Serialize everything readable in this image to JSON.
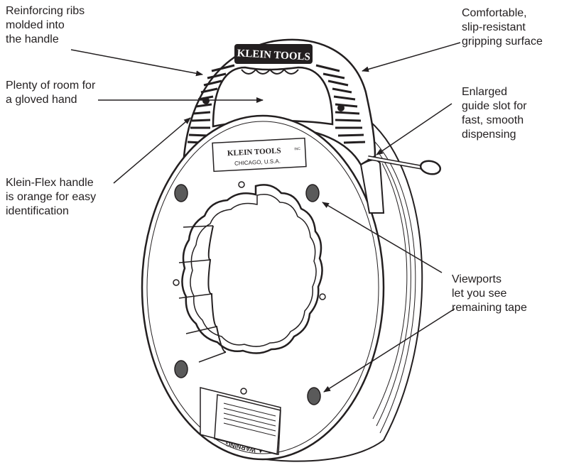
{
  "diagram": {
    "brand_handle": "KLEIN TOOLS",
    "brand_label": "KLEIN TOOLS",
    "brand_label_suffix": "INC",
    "brand_city": "CHICAGO, U.S.A.",
    "warning": "▲ WARNING"
  },
  "callouts": {
    "reinforcing_ribs": [
      "Reinforcing ribs",
      "molded into",
      "the handle"
    ],
    "gloved_hand": [
      "Plenty of room for",
      "a gloved hand"
    ],
    "klein_flex": [
      "Klein-Flex handle",
      "is orange for easy",
      "identification"
    ],
    "gripping_surface": [
      "Comfortable,",
      "slip-resistant",
      "gripping surface"
    ],
    "guide_slot": [
      "Enlarged",
      "guide slot for",
      "fast, smooth",
      "dispensing"
    ],
    "viewports": [
      "Viewports",
      "let you see",
      "remaining tape"
    ]
  },
  "colors": {
    "ink": "#231f20",
    "paper": "#ffffff"
  }
}
